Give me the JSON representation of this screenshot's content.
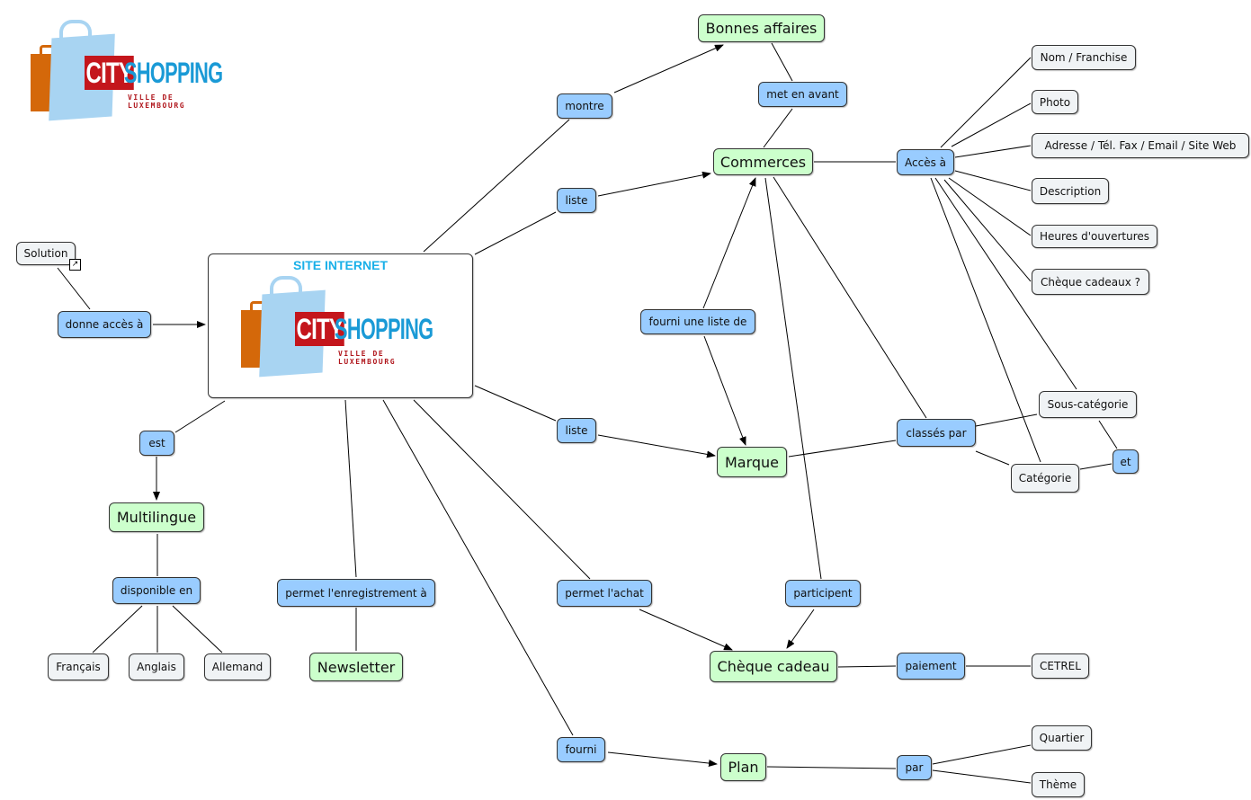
{
  "logo": {
    "city": "CITY",
    "shopping": "SHOPPING",
    "subtitle": "VILLE DE LUXEMBOURG"
  },
  "site": {
    "title": "SITE INTERNET"
  },
  "concepts": {
    "bonnes": "Bonnes affaires",
    "commerces": "Commerces",
    "marque": "Marque",
    "multilingue": "Multilingue",
    "newsletter": "Newsletter",
    "cheque_cadeau": "Chèque cadeau",
    "plan": "Plan"
  },
  "links": {
    "montre": "montre",
    "met_en_avant": "met en avant",
    "liste1": "liste",
    "liste2": "liste",
    "acces": "Accès à",
    "donne": "donne accès à",
    "fourni_liste": "fourni une liste de",
    "classes": "classés par",
    "et": "et",
    "est": "est",
    "disponible": "disponible en",
    "permet_enreg": "permet l'enregistrement à",
    "permet_achat": "permet l'achat",
    "participent": "participent",
    "paiement": "paiement",
    "fourni": "fourni",
    "par": "par"
  },
  "leaves": {
    "nom": "Nom / Franchise",
    "photo": "Photo",
    "adresse": "Adresse / Tél. Fax / Email / Site Web",
    "description": "Description",
    "heures": "Heures d'ouvertures",
    "cheque_q": "Chèque cadeaux ?",
    "solution": "Solution",
    "sous_cat": "Sous-catégorie",
    "categorie": "Catégorie",
    "francais": "Français",
    "anglais": "Anglais",
    "allemand": "Allemand",
    "cetrel": "CETREL",
    "quartier": "Quartier",
    "theme": "Thème"
  },
  "icons": {
    "shortcut": "shortcut-arrow-icon"
  }
}
